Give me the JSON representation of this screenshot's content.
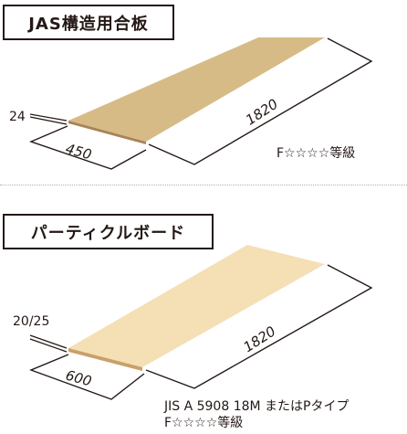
{
  "products": [
    {
      "title": "JAS構造用合板",
      "thickness": "24",
      "width": "450",
      "length": "1820",
      "grade": "F☆☆☆☆等級",
      "color": "#d7bb87",
      "edge_color": "#a88357"
    },
    {
      "title": "パーティクルボード",
      "thickness": "20/25",
      "width": "600",
      "length": "1820",
      "standard": "JIS A 5908 18M またはPタイプ",
      "grade": "F☆☆☆☆等級",
      "color": "#f5dfb5",
      "edge_color": "#c9a06a"
    }
  ]
}
